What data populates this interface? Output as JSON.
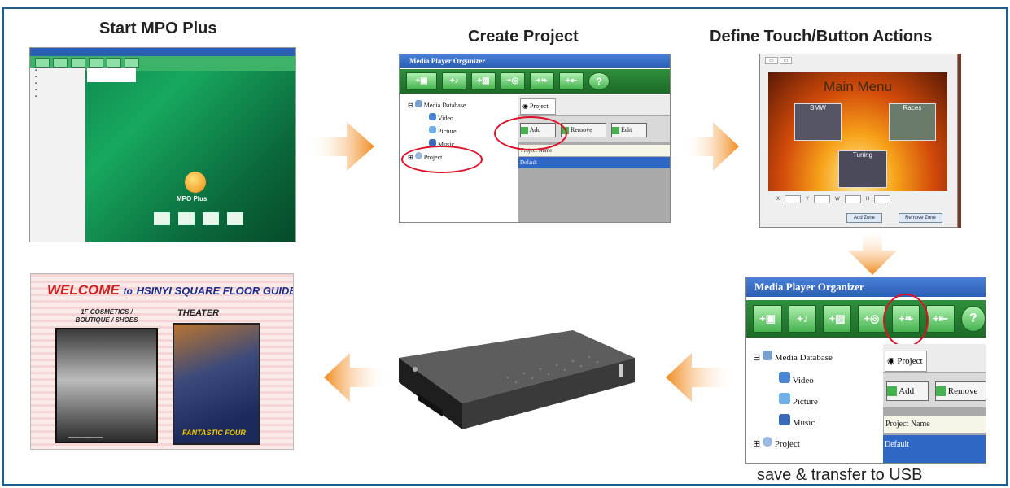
{
  "labels": {
    "start": "Start MPO Plus",
    "create": "Create Project",
    "define": "Define Touch/Button Actions",
    "save": "save & transfer to USB"
  },
  "mpo_start": {
    "logo_text": "MPO Plus"
  },
  "create_window": {
    "title": "Media Player Organizer",
    "tree": [
      "Media Database",
      "Video",
      "Picture",
      "Music",
      "Project"
    ],
    "tab": "Project",
    "buttons": [
      "Add",
      "Remove",
      "Edit"
    ],
    "header": "Project Name",
    "row": "Default"
  },
  "define_screen": {
    "heading": "Main Menu",
    "thumbs": [
      "BMW",
      "Races",
      "Tuning"
    ],
    "buttons": [
      "Add Zone",
      "Remove Zone"
    ]
  },
  "save_window": {
    "title": "Media Player Organizer",
    "tree": [
      "Media Database",
      "Video",
      "Picture",
      "Music",
      "Project"
    ],
    "tab": "Project",
    "buttons": [
      "Add",
      "Remove"
    ],
    "header": "Project Name",
    "row": "Default"
  },
  "welcome_sign": {
    "title_main": "WELCOME",
    "title_to": "to",
    "title_rest": "HSINYI SQUARE FLOOR GUIDE",
    "left_label": "1F COSMETICS / BOUTIQUE / SHOES",
    "right_label": "THEATER",
    "poster_caption": "FANTASTIC FOUR"
  },
  "colors": {
    "frame": "#1f5f8f",
    "arrow": "#f08a1e",
    "toolbar": "#2f8f3c",
    "highlight_oval": "#e0102a",
    "selection": "#2e67c4"
  }
}
